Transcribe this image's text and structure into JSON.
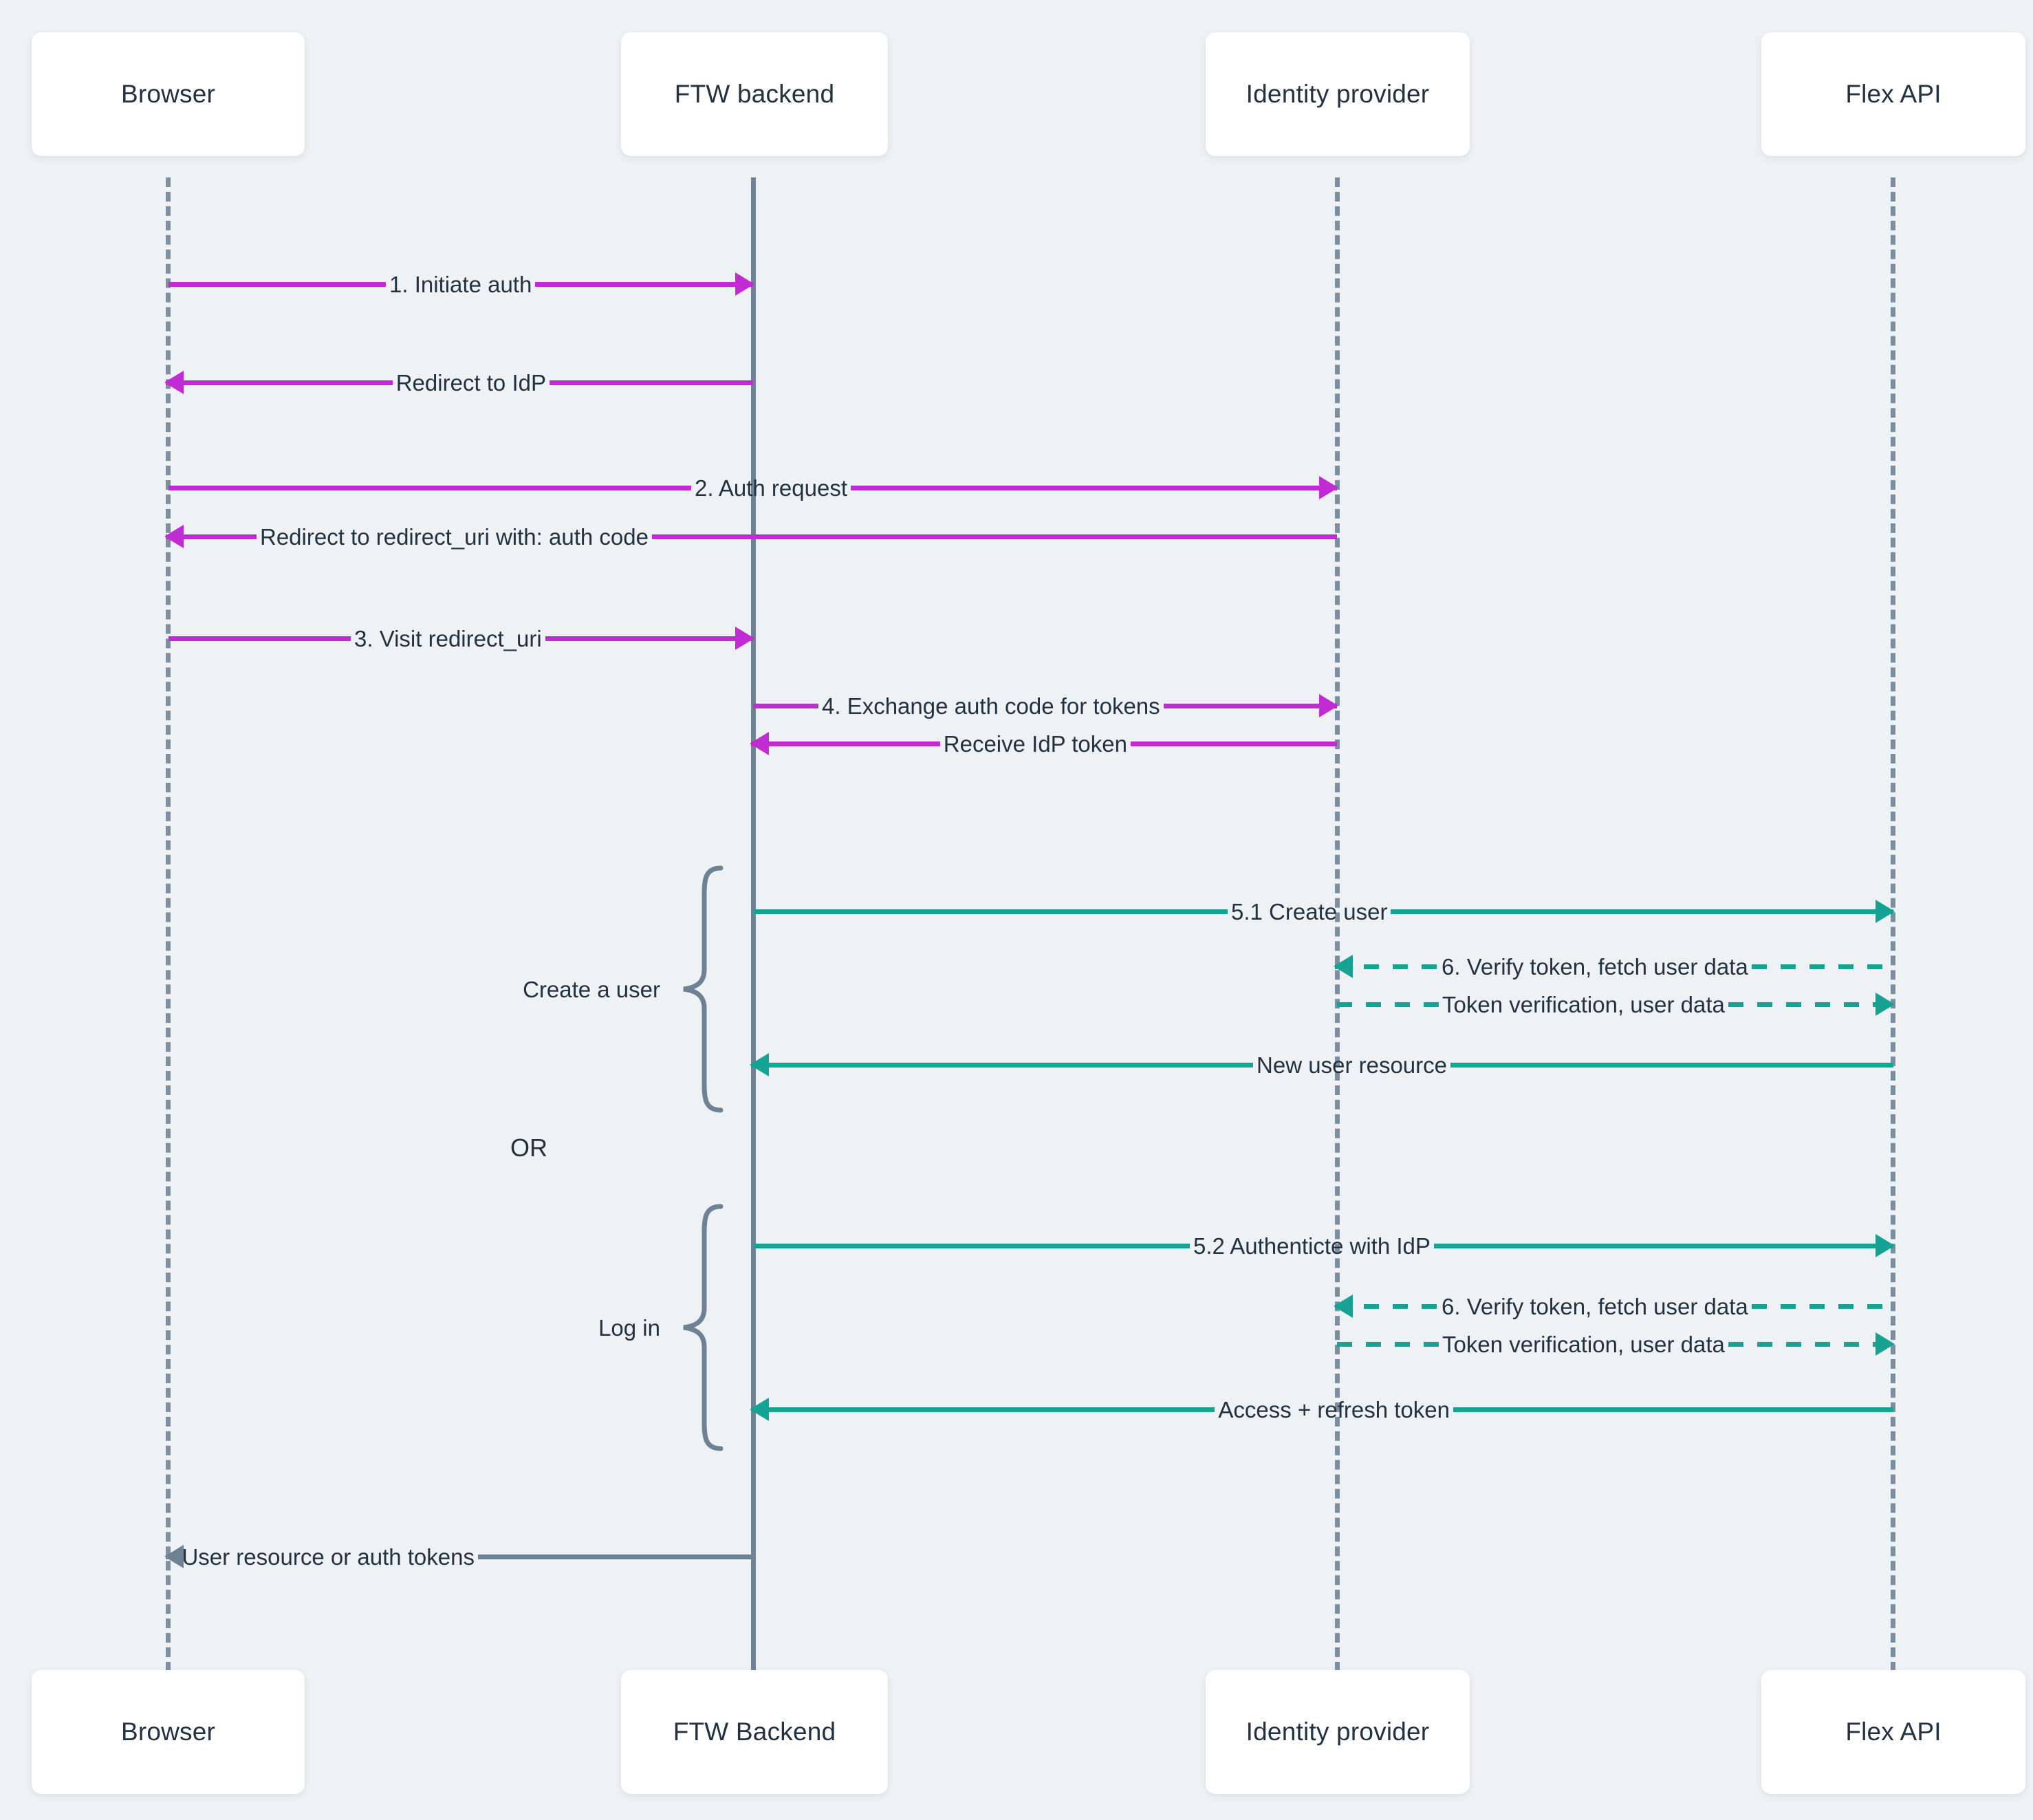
{
  "diagram": {
    "title": "FTW Identity provider authentication sequence",
    "background_color": "#eff2f5",
    "colors": {
      "magenta": "#c12bd4",
      "teal": "#16a394",
      "gray": "#6e8293",
      "text": "#233240",
      "box": "#ffffff"
    }
  },
  "participants_top": [
    {
      "label": "Browser"
    },
    {
      "label": "FTW backend"
    },
    {
      "label": "Identity provider"
    },
    {
      "label": "Flex API"
    }
  ],
  "participants_bottom": [
    {
      "label": "Browser"
    },
    {
      "label": "FTW Backend"
    },
    {
      "label": "Identity provider"
    },
    {
      "label": "Flex API"
    }
  ],
  "messages": [
    {
      "id": "m1",
      "label": "1. Initiate auth",
      "from": "Browser",
      "to": "FTW backend",
      "color": "magenta",
      "style": "solid",
      "direction": "right"
    },
    {
      "id": "m2",
      "label": "Redirect to IdP",
      "from": "FTW backend",
      "to": "Browser",
      "color": "magenta",
      "style": "solid",
      "direction": "left"
    },
    {
      "id": "m3",
      "label": "2. Auth request",
      "from": "Browser",
      "to": "Identity provider",
      "color": "magenta",
      "style": "solid",
      "direction": "right"
    },
    {
      "id": "m4",
      "label": "Redirect to redirect_uri with: auth code",
      "from": "Identity provider",
      "to": "Browser",
      "color": "magenta",
      "style": "solid",
      "direction": "left"
    },
    {
      "id": "m5",
      "label": "3. Visit redirect_uri",
      "from": "Browser",
      "to": "FTW backend",
      "color": "magenta",
      "style": "solid",
      "direction": "right"
    },
    {
      "id": "m6",
      "label": "4. Exchange auth code for tokens",
      "from": "FTW backend",
      "to": "Identity provider",
      "color": "magenta",
      "style": "solid",
      "direction": "right"
    },
    {
      "id": "m7",
      "label": "Receive IdP token",
      "from": "Identity provider",
      "to": "FTW backend",
      "color": "magenta",
      "style": "solid",
      "direction": "left"
    },
    {
      "id": "m8",
      "label": "5.1 Create user",
      "from": "FTW backend",
      "to": "Flex API",
      "color": "teal",
      "style": "solid",
      "direction": "right"
    },
    {
      "id": "m9",
      "label": "6. Verify token, fetch user data",
      "from": "Flex API",
      "to": "Identity provider",
      "color": "teal",
      "style": "dashed",
      "direction": "left"
    },
    {
      "id": "m10",
      "label": "Token verification, user data",
      "from": "Identity provider",
      "to": "Flex API",
      "color": "teal",
      "style": "dashed",
      "direction": "right"
    },
    {
      "id": "m11",
      "label": "New user resource",
      "from": "Flex API",
      "to": "FTW backend",
      "color": "teal",
      "style": "solid",
      "direction": "left"
    },
    {
      "id": "m12",
      "label": "5.2 Authenticte with IdP",
      "from": "FTW backend",
      "to": "Flex API",
      "color": "teal",
      "style": "solid",
      "direction": "right"
    },
    {
      "id": "m13",
      "label": "6. Verify token, fetch user data",
      "from": "Flex API",
      "to": "Identity provider",
      "color": "teal",
      "style": "dashed",
      "direction": "left"
    },
    {
      "id": "m14",
      "label": "Token verification, user data",
      "from": "Identity provider",
      "to": "Flex API",
      "color": "teal",
      "style": "dashed",
      "direction": "right"
    },
    {
      "id": "m15",
      "label": "Access + refresh token",
      "from": "Flex API",
      "to": "FTW backend",
      "color": "teal",
      "style": "solid",
      "direction": "left"
    },
    {
      "id": "m16",
      "label": "User resource or auth tokens",
      "from": "FTW backend",
      "to": "Browser",
      "color": "gray",
      "style": "solid",
      "direction": "left"
    }
  ],
  "groups": [
    {
      "id": "g1",
      "label": "Create a user"
    },
    {
      "id": "g2",
      "label": "Log in"
    }
  ],
  "separator": {
    "label": "OR"
  }
}
